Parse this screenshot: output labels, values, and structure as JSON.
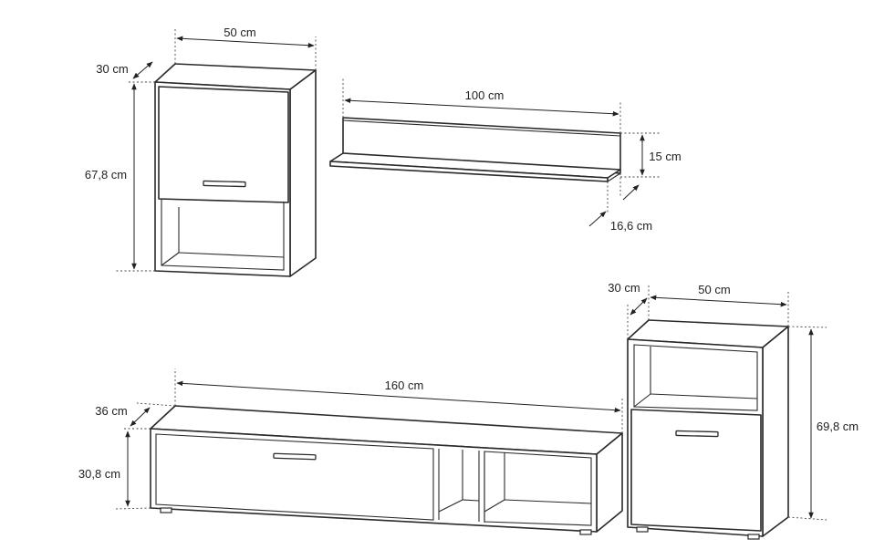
{
  "wall_cabinet": {
    "width_label": "50 cm",
    "depth_label": "30 cm",
    "height_label": "67,8 cm"
  },
  "wall_shelf": {
    "width_label": "100 cm",
    "height_label": "15 cm",
    "depth_label": "16,6 cm"
  },
  "tv_stand": {
    "width_label": "160 cm",
    "depth_label": "36 cm",
    "height_label": "30,8 cm"
  },
  "floor_cabinet": {
    "depth_label": "30 cm",
    "width_label": "50 cm",
    "height_label": "69,8 cm"
  }
}
